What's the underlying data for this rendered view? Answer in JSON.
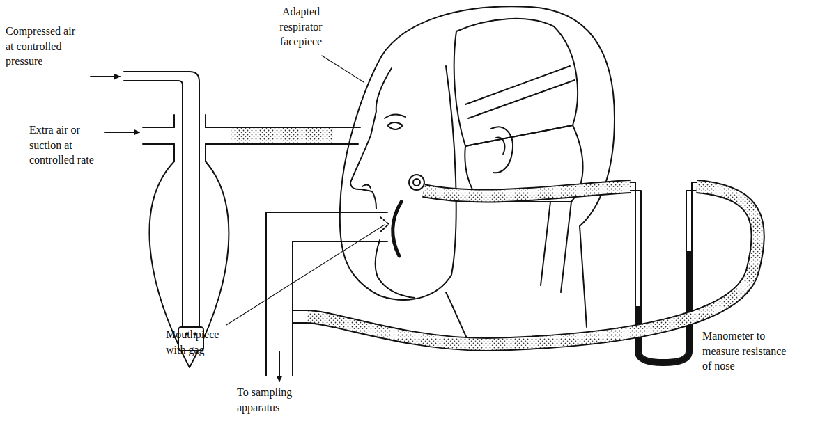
{
  "diagram": {
    "labels": [
      "Compressed air at controlled pressure",
      "Extra air or suction at controlled rate",
      "Adapted respirator facepiece",
      "Mouthpiece with gag",
      "To sampling apparatus",
      "Manometer to measure resistance of nose"
    ]
  }
}
